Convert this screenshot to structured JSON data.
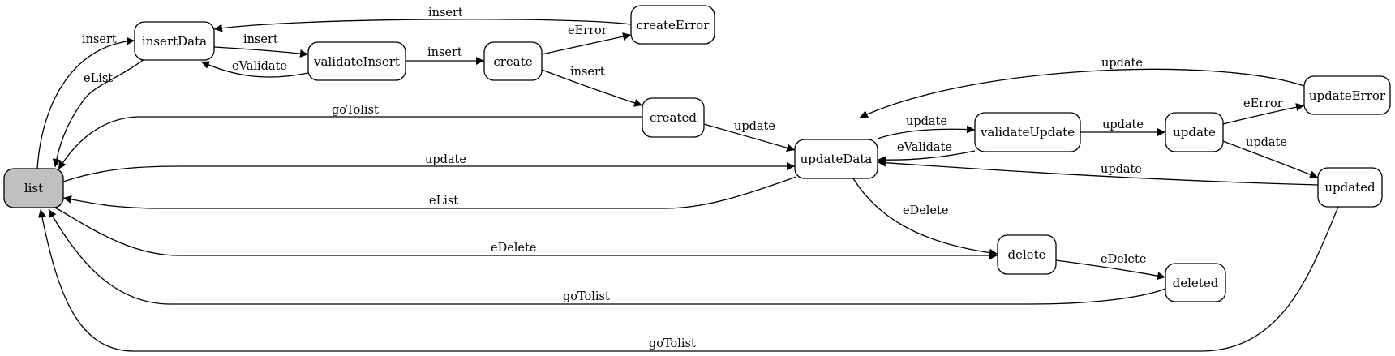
{
  "diagram": {
    "nodes": [
      {
        "id": "list",
        "label": "list",
        "initial": true
      },
      {
        "id": "insertData",
        "label": "insertData"
      },
      {
        "id": "validateInsert",
        "label": "validateInsert"
      },
      {
        "id": "create",
        "label": "create"
      },
      {
        "id": "createError",
        "label": "createError"
      },
      {
        "id": "created",
        "label": "created"
      },
      {
        "id": "updateData",
        "label": "updateData"
      },
      {
        "id": "validateUpdate",
        "label": "validateUpdate"
      },
      {
        "id": "update",
        "label": "update"
      },
      {
        "id": "updateError",
        "label": "updateError"
      },
      {
        "id": "updated",
        "label": "updated"
      },
      {
        "id": "delete",
        "label": "delete"
      },
      {
        "id": "deleted",
        "label": "deleted"
      }
    ],
    "edges": [
      {
        "id": "e1",
        "from": "list",
        "to": "insertData",
        "label": "insert"
      },
      {
        "id": "e2",
        "from": "insertData",
        "to": "list",
        "label": "eList"
      },
      {
        "id": "e3",
        "from": "createError",
        "to": "insertData",
        "label": "insert"
      },
      {
        "id": "e4",
        "from": "insertData",
        "to": "validateInsert",
        "label": "insert"
      },
      {
        "id": "e5",
        "from": "validateInsert",
        "to": "insertData",
        "label": "eValidate"
      },
      {
        "id": "e6",
        "from": "validateInsert",
        "to": "create",
        "label": "insert"
      },
      {
        "id": "e7",
        "from": "create",
        "to": "createError",
        "label": "eError"
      },
      {
        "id": "e8",
        "from": "create",
        "to": "created",
        "label": "insert"
      },
      {
        "id": "e9",
        "from": "created",
        "to": "list",
        "label": "goTolist"
      },
      {
        "id": "e10",
        "from": "created",
        "to": "updateData",
        "label": "update"
      },
      {
        "id": "e11",
        "from": "updateError",
        "to": "updateData",
        "label": "update"
      },
      {
        "id": "e12",
        "from": "list",
        "to": "updateData",
        "label": "update"
      },
      {
        "id": "e13",
        "from": "updateData",
        "to": "list",
        "label": "eList"
      },
      {
        "id": "e14",
        "from": "updateData",
        "to": "validateUpdate",
        "label": "update"
      },
      {
        "id": "e15",
        "from": "validateUpdate",
        "to": "updateData",
        "label": "eValidate"
      },
      {
        "id": "e16",
        "from": "validateUpdate",
        "to": "update",
        "label": "update"
      },
      {
        "id": "e17",
        "from": "update",
        "to": "updateError",
        "label": "eError"
      },
      {
        "id": "e18",
        "from": "update",
        "to": "updated",
        "label": "update"
      },
      {
        "id": "e19",
        "from": "updated",
        "to": "updateData",
        "label": "update"
      },
      {
        "id": "e20",
        "from": "updateData",
        "to": "delete",
        "label": "eDelete"
      },
      {
        "id": "e21",
        "from": "list",
        "to": "delete",
        "label": "eDelete"
      },
      {
        "id": "e22",
        "from": "delete",
        "to": "deleted",
        "label": "eDelete"
      },
      {
        "id": "e23",
        "from": "deleted",
        "to": "list",
        "label": "goTolist"
      },
      {
        "id": "e24",
        "from": "updated",
        "to": "list",
        "label": "goTolist"
      }
    ]
  }
}
